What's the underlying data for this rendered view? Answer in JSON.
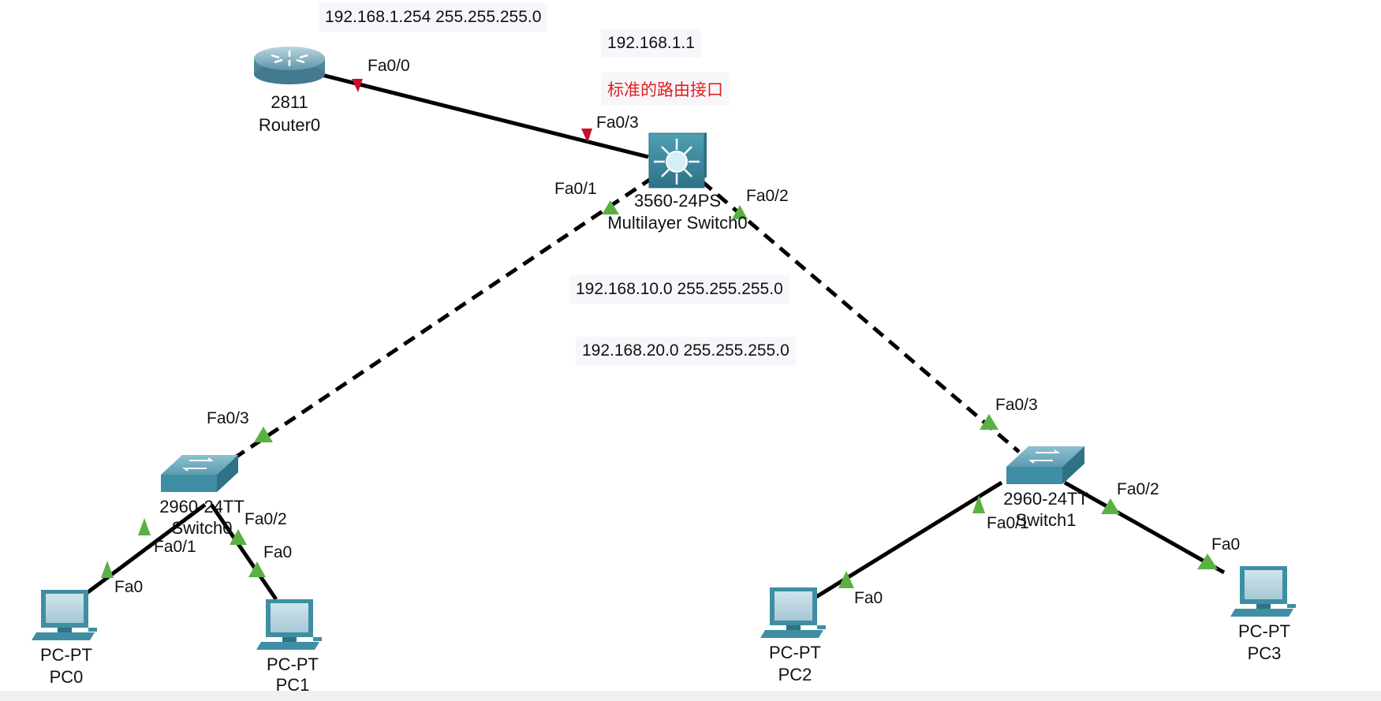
{
  "notes": {
    "router_ip": "192.168.1.254 255.255.255.0",
    "switch_ip": "192.168.1.1",
    "routed_port": "标准的路由接口",
    "vlan10": "192.168.10.0 255.255.255.0",
    "vlan20": "192.168.20.0 255.255.255.0"
  },
  "devices": {
    "router": {
      "model": "2811",
      "name": "Router0"
    },
    "mls": {
      "model": "3560-24PS",
      "name": "Multilayer Switch0"
    },
    "sw0": {
      "model": "2960-24TT",
      "name": "Switch0"
    },
    "sw1": {
      "model": "2960-24TT",
      "name": "Switch1"
    },
    "pc0": {
      "model": "PC-PT",
      "name": "PC0"
    },
    "pc1": {
      "model": "PC-PT",
      "name": "PC1"
    },
    "pc2": {
      "model": "PC-PT",
      "name": "PC2"
    },
    "pc3": {
      "model": "PC-PT",
      "name": "PC3"
    }
  },
  "ports": {
    "r_fa00": "Fa0/0",
    "mls_fa03": "Fa0/3",
    "mls_fa01": "Fa0/1",
    "mls_fa02": "Fa0/2",
    "sw0_fa03": "Fa0/3",
    "sw0_fa01": "Fa0/1",
    "sw0_fa02": "Fa0/2",
    "pc0_fa0": "Fa0",
    "pc1_fa0": "Fa0",
    "sw1_fa03": "Fa0/3",
    "sw1_fa01": "Fa0/1",
    "sw1_fa02": "Fa0/2",
    "pc2_fa0": "Fa0",
    "pc3_fa0": "Fa0"
  },
  "colors": {
    "link_up": "#5bb043",
    "link_down": "#c8102e",
    "device_teal": "#3f8ea3"
  }
}
